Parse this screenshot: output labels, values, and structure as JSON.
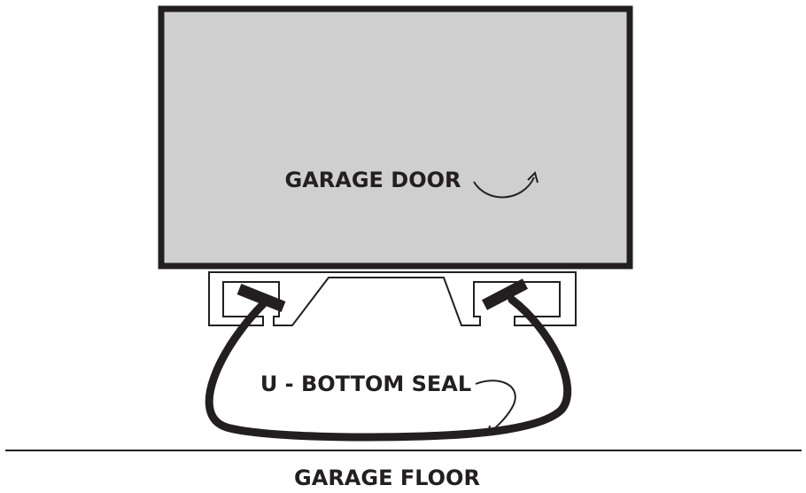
{
  "diagram": {
    "door_label": "GARAGE DOOR",
    "seal_label": "U - BOTTOM SEAL",
    "floor_label": "GARAGE FLOOR"
  },
  "colors": {
    "door_fill": "#cfcfcf",
    "stroke": "#231f20",
    "background": "#ffffff"
  }
}
